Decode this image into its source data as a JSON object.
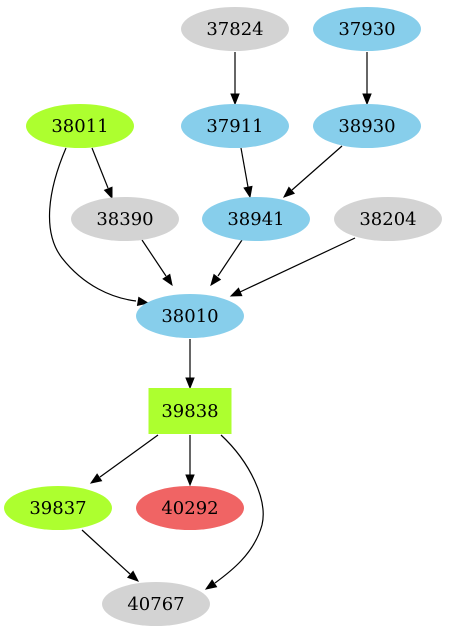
{
  "graph": {
    "colors": {
      "blue": "#87ceeb",
      "gray": "#d3d3d3",
      "green": "#adff2f",
      "red": "#f06464"
    },
    "nodes": [
      {
        "id": "37824",
        "label": "37824",
        "shape": "ellipse",
        "color": "gray"
      },
      {
        "id": "37930",
        "label": "37930",
        "shape": "ellipse",
        "color": "blue"
      },
      {
        "id": "38011",
        "label": "38011",
        "shape": "ellipse",
        "color": "green"
      },
      {
        "id": "37911",
        "label": "37911",
        "shape": "ellipse",
        "color": "blue"
      },
      {
        "id": "38930",
        "label": "38930",
        "shape": "ellipse",
        "color": "blue"
      },
      {
        "id": "38390",
        "label": "38390",
        "shape": "ellipse",
        "color": "gray"
      },
      {
        "id": "38941",
        "label": "38941",
        "shape": "ellipse",
        "color": "blue"
      },
      {
        "id": "38204",
        "label": "38204",
        "shape": "ellipse",
        "color": "gray"
      },
      {
        "id": "38010",
        "label": "38010",
        "shape": "ellipse",
        "color": "blue"
      },
      {
        "id": "39838",
        "label": "39838",
        "shape": "box",
        "color": "green"
      },
      {
        "id": "39837",
        "label": "39837",
        "shape": "ellipse",
        "color": "green"
      },
      {
        "id": "40292",
        "label": "40292",
        "shape": "ellipse",
        "color": "red"
      },
      {
        "id": "40767",
        "label": "40767",
        "shape": "ellipse",
        "color": "gray"
      }
    ],
    "edges": [
      {
        "from": "37824",
        "to": "37911"
      },
      {
        "from": "37930",
        "to": "38930"
      },
      {
        "from": "38011",
        "to": "38390"
      },
      {
        "from": "38011",
        "to": "38010"
      },
      {
        "from": "37911",
        "to": "38941"
      },
      {
        "from": "38930",
        "to": "38941"
      },
      {
        "from": "38390",
        "to": "38010"
      },
      {
        "from": "38941",
        "to": "38010"
      },
      {
        "from": "38204",
        "to": "38010"
      },
      {
        "from": "38010",
        "to": "39838"
      },
      {
        "from": "39838",
        "to": "39837"
      },
      {
        "from": "39838",
        "to": "40292"
      },
      {
        "from": "39838",
        "to": "40767"
      },
      {
        "from": "39837",
        "to": "40767"
      }
    ]
  }
}
